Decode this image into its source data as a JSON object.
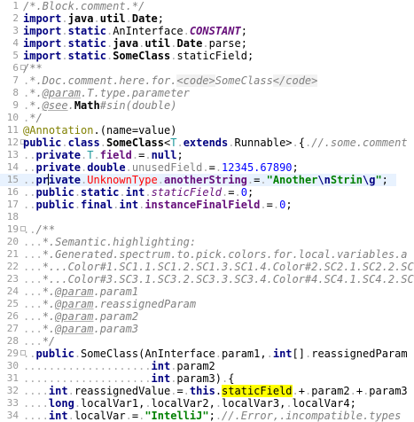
{
  "editor": {
    "current_line": 15,
    "lines": [
      {
        "n": "1",
        "t": [
          [
            "comment",
            "/*.Block.comment.*/"
          ]
        ]
      },
      {
        "n": "2",
        "t": [
          [
            "kw",
            "import"
          ],
          [
            "dot",
            "."
          ],
          [
            "bold",
            "java"
          ],
          [
            "dot",
            "."
          ],
          [
            "bold",
            "util"
          ],
          [
            "dot",
            "."
          ],
          [
            "bold",
            "Date"
          ],
          [
            "plain",
            ";"
          ]
        ]
      },
      {
        "n": "3",
        "t": [
          [
            "kw",
            "import"
          ],
          [
            "dot",
            "."
          ],
          [
            "kw",
            "static"
          ],
          [
            "dot",
            "."
          ],
          [
            "plain",
            "AnInterface"
          ],
          [
            "dot",
            "."
          ],
          [
            "constant",
            "CONSTANT"
          ],
          [
            "plain",
            ";"
          ]
        ]
      },
      {
        "n": "4",
        "t": [
          [
            "kw",
            "import"
          ],
          [
            "dot",
            "."
          ],
          [
            "kw",
            "static"
          ],
          [
            "dot",
            "."
          ],
          [
            "bold",
            "java"
          ],
          [
            "dot",
            "."
          ],
          [
            "bold",
            "util"
          ],
          [
            "dot",
            "."
          ],
          [
            "bold",
            "Date"
          ],
          [
            "dot",
            "."
          ],
          [
            "plain",
            "parse"
          ],
          [
            "plain",
            ";"
          ]
        ]
      },
      {
        "n": "5",
        "t": [
          [
            "kw",
            "import"
          ],
          [
            "dot",
            "."
          ],
          [
            "kw",
            "static"
          ],
          [
            "dot",
            "."
          ],
          [
            "bold",
            "SomeClass"
          ],
          [
            "dot",
            "."
          ],
          [
            "plain",
            "staticField"
          ],
          [
            "plain",
            ";"
          ]
        ]
      },
      {
        "n": "6",
        "t": [
          [
            "comment",
            "/**"
          ]
        ]
      },
      {
        "n": "7",
        "t": [
          [
            "dot",
            "."
          ],
          [
            "doctext",
            "*.Doc.comment.here.for."
          ],
          [
            "htmltag",
            "<code>"
          ],
          [
            "doctext",
            "SomeClass"
          ],
          [
            "htmltag",
            "</code>"
          ]
        ]
      },
      {
        "n": "8",
        "t": [
          [
            "dot",
            "."
          ],
          [
            "doctext",
            "*."
          ],
          [
            "doctag",
            "@param"
          ],
          [
            "doctext",
            ".T.type.parameter"
          ]
        ]
      },
      {
        "n": "9",
        "t": [
          [
            "dot",
            "."
          ],
          [
            "doctext",
            "*."
          ],
          [
            "doctag",
            "@see"
          ],
          [
            "doctext",
            "."
          ],
          [
            "bold",
            "Math"
          ],
          [
            "doctext",
            "#sin(double)"
          ]
        ]
      },
      {
        "n": "10",
        "t": [
          [
            "dot",
            "."
          ],
          [
            "comment",
            "*/"
          ]
        ]
      },
      {
        "n": "11",
        "t": [
          [
            "annotation",
            "@Annotation"
          ],
          [
            "plain",
            "."
          ],
          [
            "plain",
            "(name=value)"
          ]
        ]
      },
      {
        "n": "12",
        "t": [
          [
            "kw",
            "public"
          ],
          [
            "dot",
            "."
          ],
          [
            "kw",
            "class"
          ],
          [
            "dot",
            "."
          ],
          [
            "bold",
            "SomeClass"
          ],
          [
            "plain",
            "<"
          ],
          [
            "type",
            "T"
          ],
          [
            "dot",
            "."
          ],
          [
            "kw",
            "extends"
          ],
          [
            "dot",
            "."
          ],
          [
            "plain",
            "Runnable"
          ],
          [
            "plain",
            ">"
          ],
          [
            "dot",
            "."
          ],
          [
            "plain",
            "{"
          ],
          [
            "dot",
            "."
          ],
          [
            "comment",
            "//.some.comment"
          ]
        ]
      },
      {
        "n": "13",
        "t": [
          [
            "dot",
            ".."
          ],
          [
            "kw",
            "private"
          ],
          [
            "dot",
            "."
          ],
          [
            "type",
            "T"
          ],
          [
            "dot",
            "."
          ],
          [
            "field",
            "field"
          ],
          [
            "dot",
            "."
          ],
          [
            "plain",
            "="
          ],
          [
            "dot",
            "."
          ],
          [
            "kw",
            "null"
          ],
          [
            "plain",
            ";"
          ]
        ]
      },
      {
        "n": "14",
        "t": [
          [
            "dot",
            ".."
          ],
          [
            "kw",
            "private"
          ],
          [
            "dot",
            "."
          ],
          [
            "kw",
            "double"
          ],
          [
            "dot",
            "."
          ],
          [
            "unused",
            "unusedField"
          ],
          [
            "dot",
            "."
          ],
          [
            "plain",
            "="
          ],
          [
            "dot",
            "."
          ],
          [
            "number",
            "12345.67890"
          ],
          [
            "plain",
            ";"
          ]
        ]
      },
      {
        "n": "15",
        "t": [
          [
            "dot",
            ".."
          ],
          [
            "kw",
            "pr"
          ],
          [
            "caret",
            ""
          ],
          [
            "kw",
            "ivate"
          ],
          [
            "dot",
            "."
          ],
          [
            "unknown",
            "UnknownType"
          ],
          [
            "dot",
            "."
          ],
          [
            "field",
            "anotherString"
          ],
          [
            "dot",
            "."
          ],
          [
            "plain",
            "="
          ],
          [
            "dot",
            "."
          ],
          [
            "string",
            "\"Another"
          ],
          [
            "escape",
            "\\n"
          ],
          [
            "string",
            "Strin"
          ],
          [
            "escape",
            "\\g"
          ],
          [
            "string",
            "\""
          ],
          [
            "plain",
            ";"
          ]
        ]
      },
      {
        "n": "16",
        "t": [
          [
            "dot",
            ".."
          ],
          [
            "kw",
            "public"
          ],
          [
            "dot",
            "."
          ],
          [
            "kw",
            "static"
          ],
          [
            "dot",
            "."
          ],
          [
            "kw",
            "int"
          ],
          [
            "dot",
            "."
          ],
          [
            "static",
            "staticField"
          ],
          [
            "dot",
            "."
          ],
          [
            "plain",
            "="
          ],
          [
            "dot",
            "."
          ],
          [
            "number",
            "0"
          ],
          [
            "plain",
            ";"
          ]
        ]
      },
      {
        "n": "17",
        "t": [
          [
            "dot",
            ".."
          ],
          [
            "kw",
            "public"
          ],
          [
            "dot",
            "."
          ],
          [
            "kw",
            "final"
          ],
          [
            "dot",
            "."
          ],
          [
            "kw",
            "int"
          ],
          [
            "dot",
            "."
          ],
          [
            "field",
            "instanceFinalField"
          ],
          [
            "dot",
            "."
          ],
          [
            "plain",
            "="
          ],
          [
            "dot",
            "."
          ],
          [
            "number",
            "0"
          ],
          [
            "plain",
            ";"
          ]
        ]
      },
      {
        "n": "18",
        "t": []
      },
      {
        "n": "19",
        "t": [
          [
            "dot",
            ".."
          ],
          [
            "comment",
            "/**"
          ]
        ]
      },
      {
        "n": "20",
        "t": [
          [
            "dot",
            "..."
          ],
          [
            "doctext",
            "*.Semantic.highlighting:"
          ]
        ]
      },
      {
        "n": "21",
        "t": [
          [
            "dot",
            "..."
          ],
          [
            "doctext",
            "*.Generated.spectrum.to.pick.colors.for.local.variables.a"
          ]
        ]
      },
      {
        "n": "22",
        "t": [
          [
            "dot",
            "..."
          ],
          [
            "doctext",
            "*...Color#1.SC1.1.SC1.2.SC1.3.SC1.4.Color#2.SC2.1.SC2.2.SC"
          ]
        ]
      },
      {
        "n": "23",
        "t": [
          [
            "dot",
            "..."
          ],
          [
            "doctext",
            "*...Color#3.SC3.1.SC3.2.SC3.3.SC3.4.Color#4.SC4.1.SC4.2.SC"
          ]
        ]
      },
      {
        "n": "24",
        "t": [
          [
            "dot",
            "..."
          ],
          [
            "doctext",
            "*."
          ],
          [
            "doctag",
            "@param"
          ],
          [
            "doctext",
            ".param1"
          ]
        ]
      },
      {
        "n": "25",
        "t": [
          [
            "dot",
            "..."
          ],
          [
            "doctext",
            "*."
          ],
          [
            "doctag",
            "@param"
          ],
          [
            "doctext",
            ".reassignedParam"
          ]
        ]
      },
      {
        "n": "26",
        "t": [
          [
            "dot",
            "..."
          ],
          [
            "doctext",
            "*."
          ],
          [
            "doctag",
            "@param"
          ],
          [
            "doctext",
            ".param2"
          ]
        ]
      },
      {
        "n": "27",
        "t": [
          [
            "dot",
            "..."
          ],
          [
            "doctext",
            "*."
          ],
          [
            "doctag",
            "@param"
          ],
          [
            "doctext",
            ".param3"
          ]
        ]
      },
      {
        "n": "28",
        "t": [
          [
            "dot",
            "..."
          ],
          [
            "comment",
            "*/"
          ]
        ]
      },
      {
        "n": "29",
        "t": [
          [
            "dot",
            ".."
          ],
          [
            "kw",
            "public"
          ],
          [
            "dot",
            "."
          ],
          [
            "plain",
            "SomeClass"
          ],
          [
            "plain",
            "("
          ],
          [
            "plain",
            "AnInterface"
          ],
          [
            "dot",
            "."
          ],
          [
            "plain",
            "param1"
          ],
          [
            "plain",
            ","
          ],
          [
            "dot",
            "."
          ],
          [
            "kw",
            "int"
          ],
          [
            "plain",
            "[]"
          ],
          [
            "dot",
            "."
          ],
          [
            "plain",
            "reassignedParam"
          ]
        ]
      },
      {
        "n": "30",
        "t": [
          [
            "dot",
            "...................."
          ],
          [
            "kw",
            "int"
          ],
          [
            "dot",
            "."
          ],
          [
            "plain",
            "param2"
          ]
        ]
      },
      {
        "n": "31",
        "t": [
          [
            "dot",
            "...................."
          ],
          [
            "kw",
            "int"
          ],
          [
            "dot",
            "."
          ],
          [
            "plain",
            "param3"
          ],
          [
            "plain",
            ")"
          ],
          [
            "dot",
            "."
          ],
          [
            "plain",
            "{"
          ]
        ]
      },
      {
        "n": "32",
        "t": [
          [
            "dot",
            "...."
          ],
          [
            "kw",
            "int"
          ],
          [
            "dot",
            "."
          ],
          [
            "plain",
            "reassignedValue"
          ],
          [
            "dot",
            "."
          ],
          [
            "plain",
            "="
          ],
          [
            "dot",
            "."
          ],
          [
            "kw",
            "this"
          ],
          [
            "plain",
            "."
          ],
          [
            "ref",
            "staticField"
          ],
          [
            "dot",
            "."
          ],
          [
            "plain",
            "+"
          ],
          [
            "dot",
            "."
          ],
          [
            "plain",
            "param2"
          ],
          [
            "dot",
            "."
          ],
          [
            "plain",
            "+"
          ],
          [
            "dot",
            "."
          ],
          [
            "plain",
            "param3"
          ]
        ]
      },
      {
        "n": "33",
        "t": [
          [
            "dot",
            "...."
          ],
          [
            "kw",
            "long"
          ],
          [
            "dot",
            "."
          ],
          [
            "plain",
            "localVar1"
          ],
          [
            "plain",
            ","
          ],
          [
            "dot",
            "."
          ],
          [
            "plain",
            "localVar2"
          ],
          [
            "plain",
            ","
          ],
          [
            "dot",
            "."
          ],
          [
            "plain",
            "localVar3"
          ],
          [
            "plain",
            ","
          ],
          [
            "dot",
            "."
          ],
          [
            "plain",
            "localVar4"
          ],
          [
            "plain",
            ";"
          ]
        ]
      },
      {
        "n": "34",
        "t": [
          [
            "dot",
            "...."
          ],
          [
            "kw",
            "int"
          ],
          [
            "dot",
            "."
          ],
          [
            "plain",
            "localVar"
          ],
          [
            "dot",
            "."
          ],
          [
            "plain",
            "="
          ],
          [
            "dot",
            "."
          ],
          [
            "string",
            "\"IntelliJ\""
          ],
          [
            "plain",
            ";"
          ],
          [
            "dot",
            "."
          ],
          [
            "comment",
            "//.Error,.incompatible.types"
          ]
        ]
      }
    ]
  }
}
